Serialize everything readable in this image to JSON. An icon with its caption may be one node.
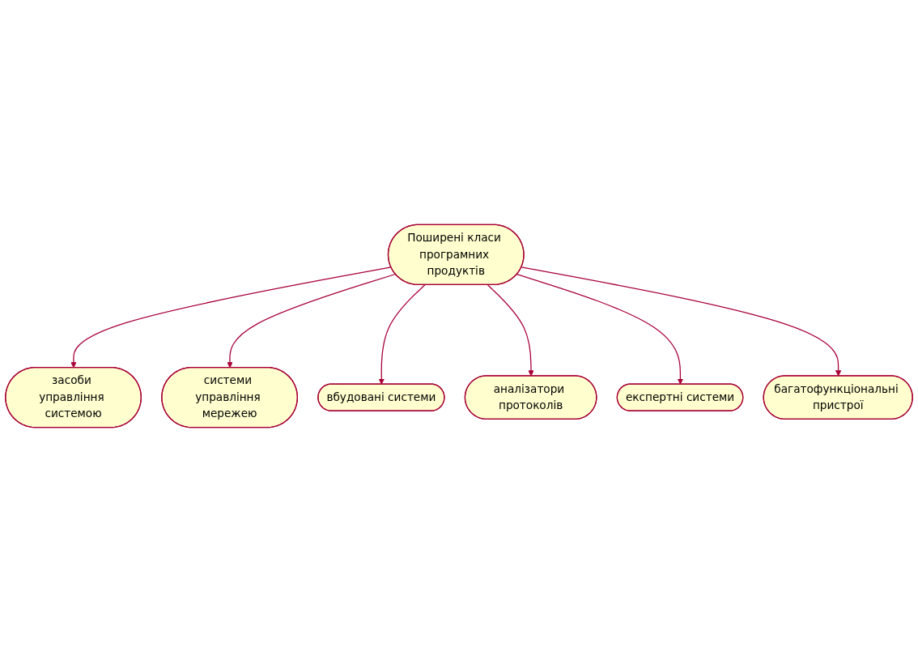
{
  "diagram": {
    "nodes": [
      {
        "text": [
          "Поширені класи програмних продуктів"
        ]
      },
      {
        "text": [
          "засоби управління системою"
        ]
      },
      {
        "text": [
          "системи управління мережею"
        ]
      },
      {
        "text": [
          "вбудовані системи"
        ]
      },
      {
        "text": [
          "аналізатори протоколів"
        ]
      },
      {
        "text": [
          "експертні системи"
        ]
      },
      {
        "text": [
          "багатофункціональні пристрої"
        ]
      }
    ],
    "edges": [
      {
        "from": 0,
        "to": 1,
        "arrow": "to"
      },
      {
        "from": 0,
        "to": 2,
        "arrow": "to"
      },
      {
        "from": 0,
        "to": 3,
        "arrow": "to"
      },
      {
        "from": 0,
        "to": 4,
        "arrow": "to"
      },
      {
        "from": 0,
        "to": 5,
        "arrow": "to"
      },
      {
        "from": 0,
        "to": 6,
        "arrow": "to"
      }
    ]
  }
}
